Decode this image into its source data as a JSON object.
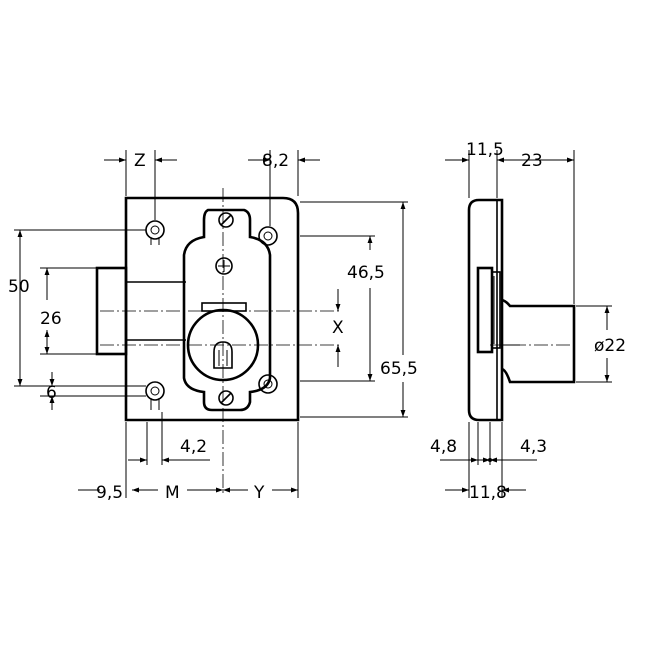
{
  "dimensions": {
    "z": "Z",
    "d8_2": "8,2",
    "d11_5": "11,5",
    "d23": "23",
    "d50": "50",
    "d26": "26",
    "d46_5": "46,5",
    "x": "X",
    "d65_5": "65,5",
    "d6": "6",
    "d4_2": "4,2",
    "d9_5": "9,5",
    "m": "M",
    "y": "Y",
    "d4_8": "4,8",
    "d4_3": "4,3",
    "d11_8": "11,8",
    "d22": "ø22"
  }
}
